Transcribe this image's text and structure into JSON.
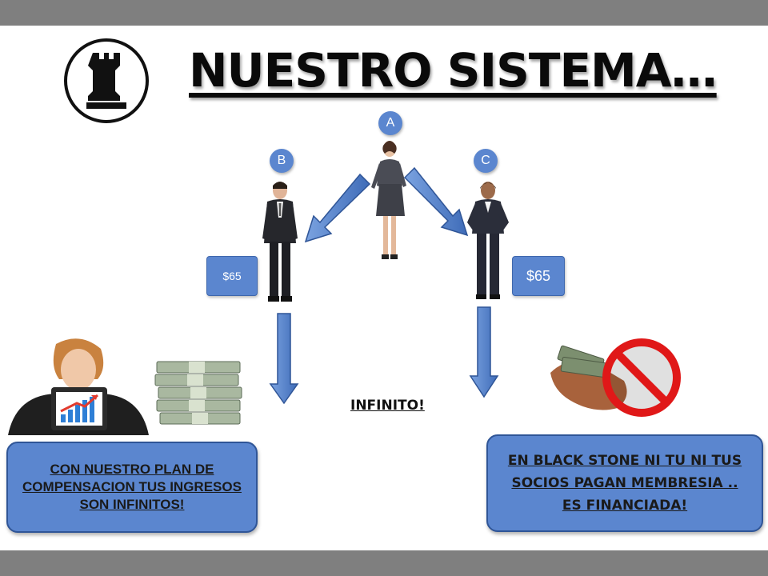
{
  "title": "NUESTRO SISTEMA…",
  "nodes": {
    "a": "A",
    "b": "B",
    "c": "C"
  },
  "prices": {
    "left": "$65",
    "right": "$65"
  },
  "center_label": "INFINITO!",
  "callouts": {
    "left": "CON NUESTRO PLAN DE COMPENSACION TUS INGRESOS SON INFINITOS!",
    "right": "EN BLACK STONE NI TU NI TUS SOCIOS PAGAN MEMBRESIA .. ES FINANCIADA!"
  },
  "colors": {
    "accent": "#5b86cf",
    "accent_dark": "#2f5597",
    "bar": "#7f7f7f"
  },
  "icons": [
    "chess-rook-icon",
    "no-sign-icon"
  ]
}
